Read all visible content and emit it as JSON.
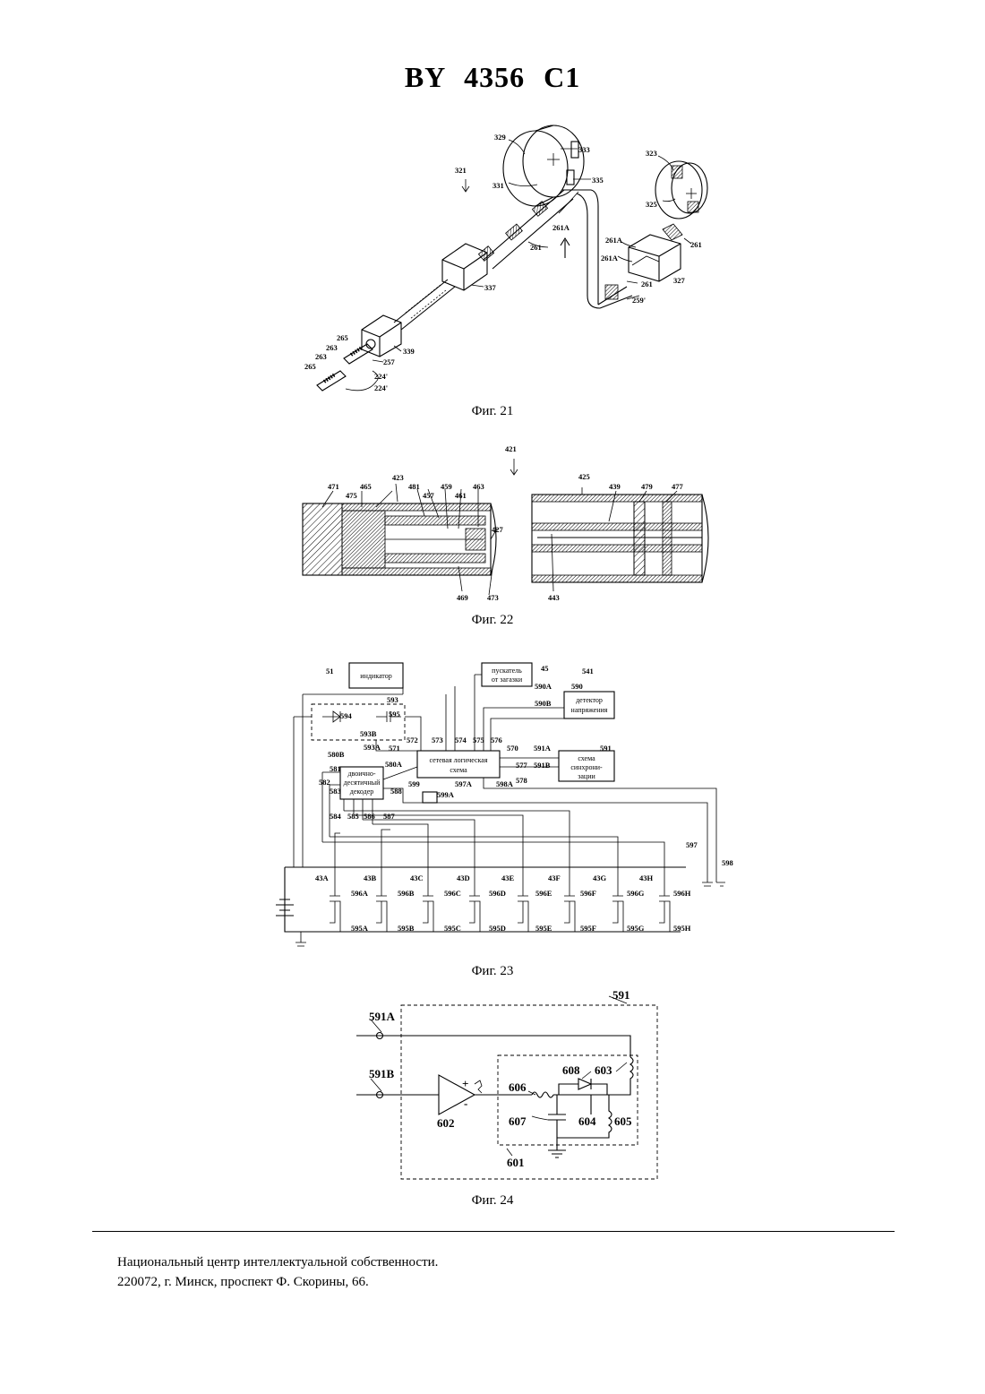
{
  "header": {
    "doc_number": "BY  4356  C1"
  },
  "fig21": {
    "caption": "Фиг. 21",
    "labels": [
      "329",
      "333",
      "321",
      "331",
      "335",
      "323",
      "325",
      "261A",
      "261",
      "261A",
      "261A",
      "261",
      "327",
      "261",
      "259'",
      "337",
      "265",
      "263",
      "263",
      "339",
      "257",
      "265",
      "224'",
      "224'"
    ]
  },
  "fig22": {
    "caption": "Фиг. 22",
    "labels": [
      "421",
      "423",
      "425",
      "471",
      "465",
      "475",
      "481",
      "457",
      "459",
      "461",
      "463",
      "427",
      "439",
      "479",
      "477",
      "469",
      "473",
      "443"
    ]
  },
  "fig23": {
    "caption": "Фиг. 23",
    "blocks": {
      "indicator": "индикатор",
      "starter_l1": "пускатель",
      "starter_l2": "от загазки",
      "detector_l1": "детектор",
      "detector_l2": "напряжения",
      "logic_l1": "сетевая логическая",
      "logic_l2": "схема",
      "decoder_l1": "двоично-",
      "decoder_l2": "десятичный",
      "decoder_l3": "декодер",
      "sync_l1": "схема",
      "sync_l2": "синхрони-",
      "sync_l3": "зации"
    },
    "labels": [
      "51",
      "45",
      "541",
      "590A",
      "590",
      "590B",
      "593",
      "595",
      "594",
      "593B",
      "593A",
      "571",
      "572",
      "573",
      "574",
      "575",
      "576",
      "570",
      "591A",
      "591",
      "591B",
      "577",
      "578",
      "598A",
      "580B",
      "580A",
      "581",
      "582",
      "583",
      "588",
      "599",
      "597A",
      "599A",
      "584",
      "585",
      "586",
      "587",
      "597",
      "598",
      "43A",
      "43B",
      "43C",
      "43D",
      "43E",
      "43F",
      "43G",
      "43H",
      "596A",
      "596B",
      "596C",
      "596D",
      "596E",
      "596F",
      "596G",
      "596H",
      "595A",
      "595B",
      "595C",
      "595D",
      "595E",
      "595F",
      "595G",
      "595H"
    ]
  },
  "fig24": {
    "caption": "Фиг. 24",
    "labels": [
      "591",
      "591A",
      "591B",
      "608",
      "603",
      "606",
      "607",
      "604",
      "605",
      "602",
      "601"
    ],
    "plus": "+",
    "minus": "-"
  },
  "footer": {
    "line1": "Национальный центр интеллектуальной собственности.",
    "line2": "220072, г. Минск, проспект Ф. Скорины, 66."
  }
}
